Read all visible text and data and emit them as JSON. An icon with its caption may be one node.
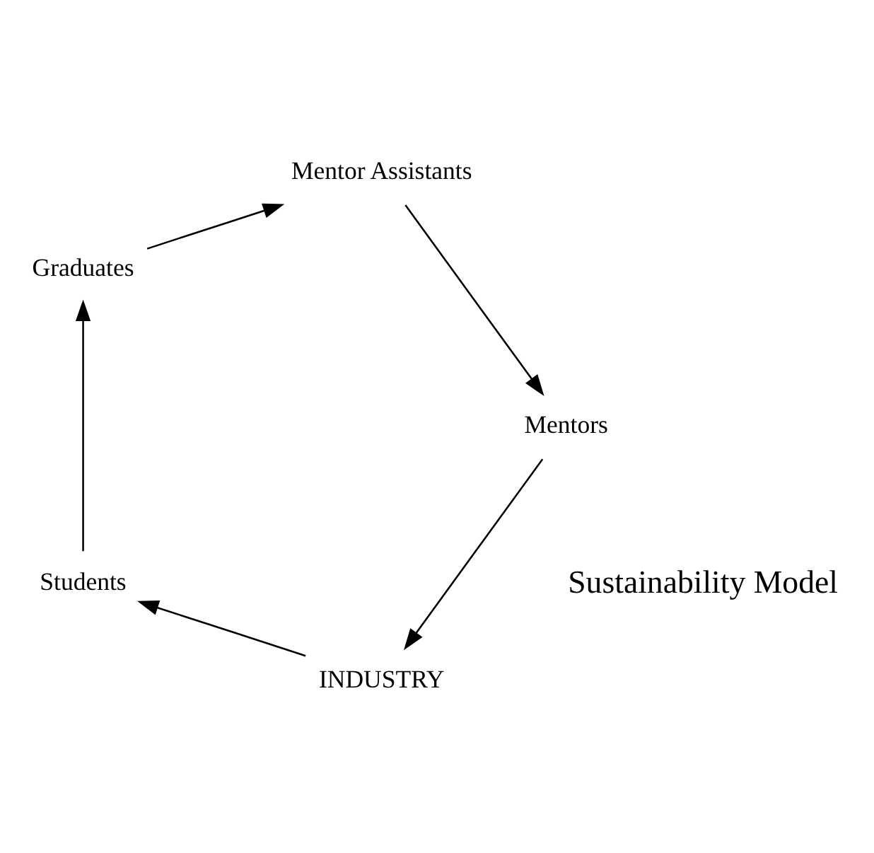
{
  "diagram": {
    "nodes": [
      {
        "text": [
          "INDUSTRY"
        ]
      },
      {
        "text": [
          "Students"
        ]
      },
      {
        "text": [
          "Graduates"
        ]
      },
      {
        "text": [
          "Mentor Assistants"
        ]
      },
      {
        "text": [
          "Mentors"
        ]
      }
    ],
    "edges": [
      {
        "from": 0,
        "to": 1,
        "arrow": "to"
      },
      {
        "from": 1,
        "to": 2,
        "arrow": "to"
      },
      {
        "from": 2,
        "to": 3,
        "arrow": "to"
      },
      {
        "from": 3,
        "to": 4,
        "arrow": "to"
      },
      {
        "from": 4,
        "to": 0,
        "arrow": "to"
      }
    ],
    "labels": [
      "Sustainability Model"
    ]
  }
}
